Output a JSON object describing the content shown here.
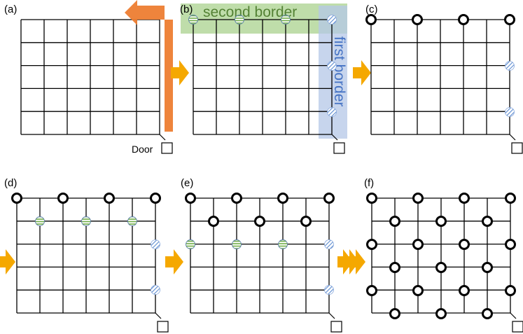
{
  "panels": [
    {
      "id": "a",
      "label": "(a)",
      "door_text": "Door"
    },
    {
      "id": "b",
      "label": "(b)",
      "bands": {
        "second": "second border",
        "first": "first border"
      }
    },
    {
      "id": "c",
      "label": "(c)"
    },
    {
      "id": "d",
      "label": "(d)"
    },
    {
      "id": "e",
      "label": "(e)"
    },
    {
      "id": "f",
      "label": "(f)"
    }
  ],
  "colors": {
    "grid": "#000000",
    "arrow": "#f5a800",
    "path_arrow": "#ed7d31",
    "second_band_fill": "#a9d18e",
    "second_band_text": "#548235",
    "first_band_fill": "#b4c7e7",
    "first_band_text": "#4472c4",
    "blue_hatch": "#5b8bd0",
    "green_hatch": "#70ad47"
  }
}
